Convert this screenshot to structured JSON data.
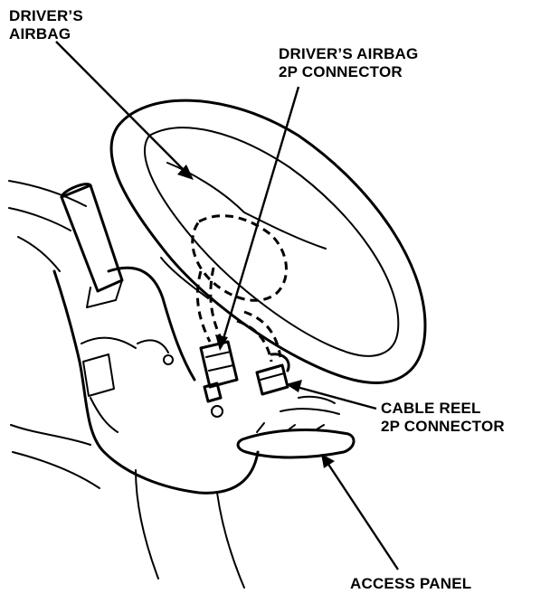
{
  "labels": {
    "driver_airbag": {
      "line1": "DRIVER’S",
      "line2": "AIRBAG"
    },
    "airbag_connector": {
      "line1": "DRIVER’S AIRBAG",
      "line2": "2P CONNECTOR"
    },
    "cable_reel_connector": {
      "line1": "CABLE REEL",
      "line2": "2P CONNECTOR"
    },
    "access_panel": {
      "line1": "ACCESS PANEL"
    }
  },
  "colors": {
    "ink": "#000000",
    "paper": "#ffffff"
  }
}
